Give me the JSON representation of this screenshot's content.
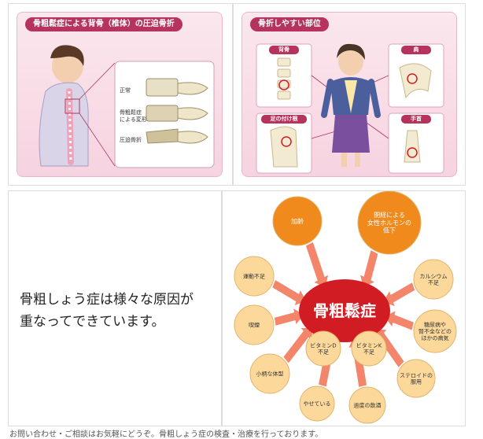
{
  "panel1": {
    "title": "骨粗鬆症による背骨（椎体）の圧迫骨折",
    "labels": [
      "正常",
      "骨粗鬆症\nによる変形",
      "圧迫骨折"
    ]
  },
  "panel2": {
    "title": "骨折しやすい部位",
    "parts": [
      "背骨",
      "肩",
      "足の付け根",
      "手首"
    ]
  },
  "statement": "骨粗しょう症は様々な原因が\n重なってできています。",
  "diagram": {
    "center": "骨粗鬆症",
    "causes": [
      "加齢",
      "閉経による\n女性ホルモンの\n低下",
      "カルシウム\n不足",
      "糖尿病や\n腎不全などの\nほかの病気",
      "ステロイドの\n服用",
      "過度の飲酒",
      "やせている",
      "小柄な体型",
      "喫煙",
      "運動不足",
      "ビタミンD\n不足",
      "ビタミンK\n不足"
    ],
    "colors": {
      "center": "#d21c24",
      "cause_fill": "#fcd99b",
      "major_fill": "#f08a1c",
      "arrow": "#f07050"
    }
  },
  "footer_text": "お問い合わせ・ご相談はお気軽にどうぞ。骨粗しょう症の検査・治療を行っております。"
}
